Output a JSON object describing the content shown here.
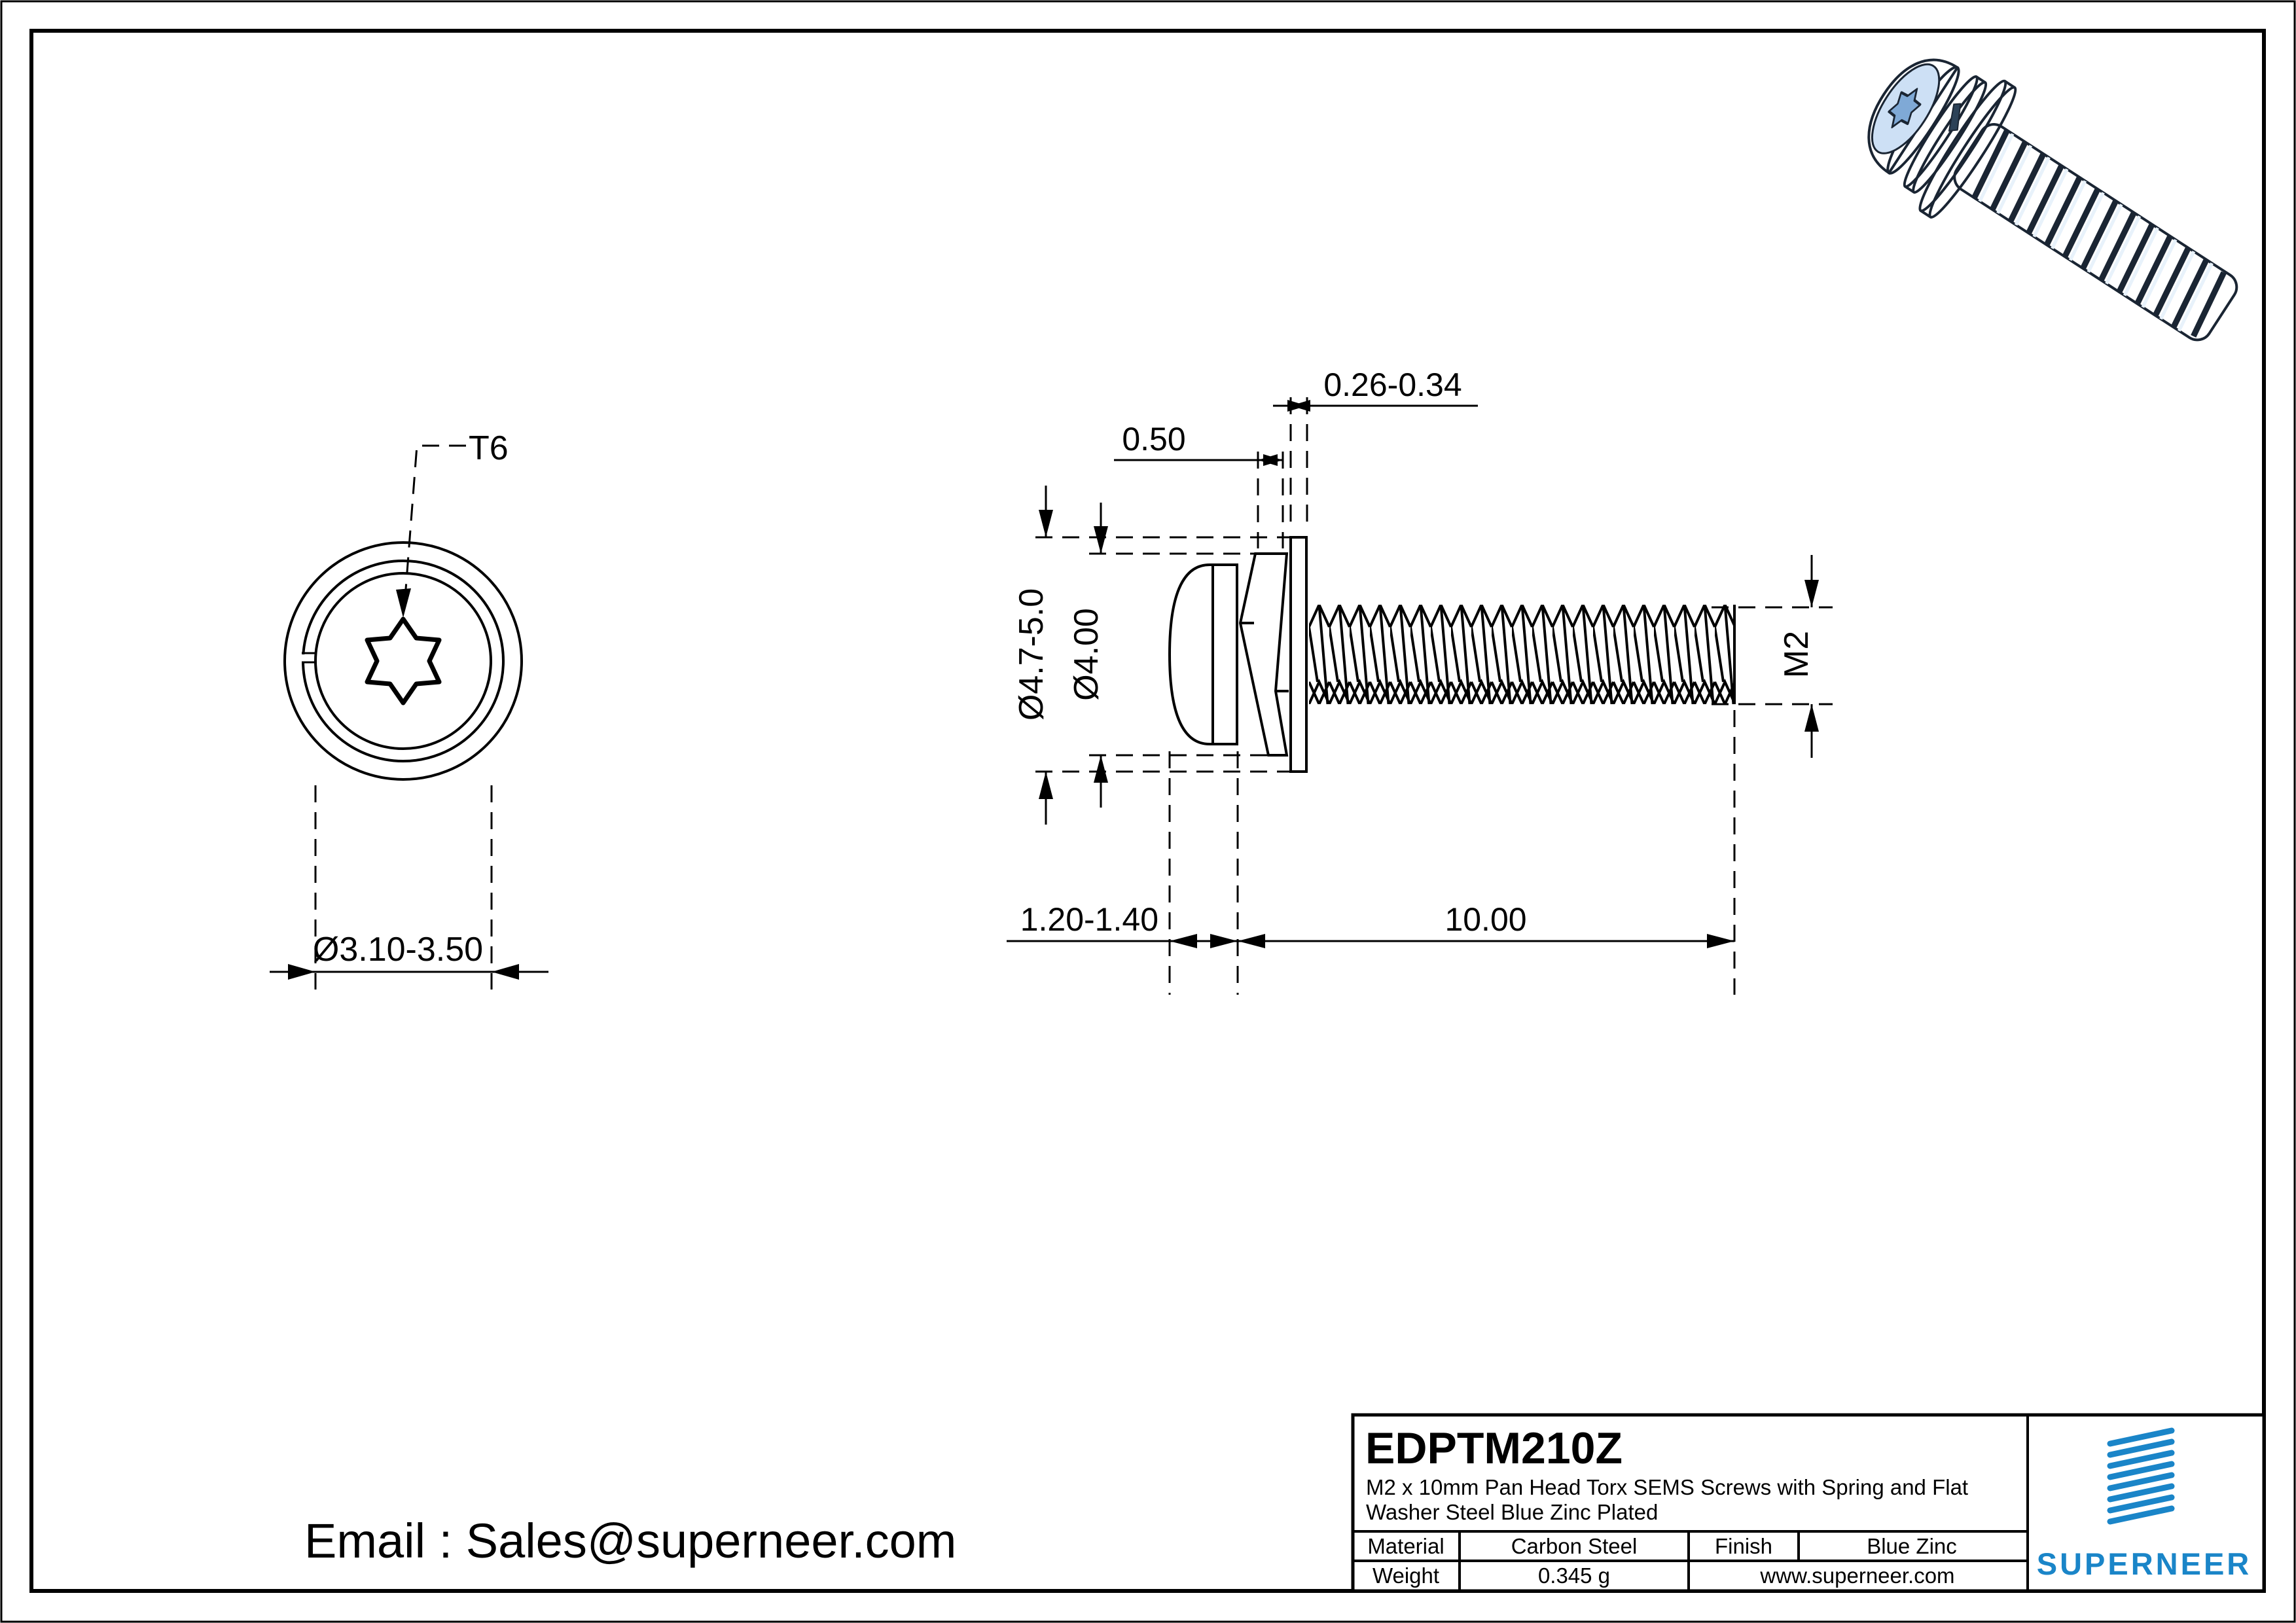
{
  "top_view": {
    "drive_label": "T6",
    "head_diameter": "Ø3.10-3.50"
  },
  "side_view": {
    "spring_washer_thickness": "0.50",
    "flat_washer_thickness": "0.26-0.34",
    "flat_washer_od": "Ø4.7-5.0",
    "spring_washer_od": "Ø4.00",
    "head_height": "1.20-1.40",
    "thread_length": "10.00",
    "thread_size": "M2"
  },
  "contact": {
    "email": "Email : Sales@superneer.com"
  },
  "title_block": {
    "part_number": "EDPTM210Z",
    "description_line1": "M2 x 10mm Pan Head Torx SEMS Screws with Spring and Flat",
    "description_line2": "Washer Steel Blue Zinc Plated",
    "material_label": "Material",
    "material_value": "Carbon Steel",
    "finish_label": "Finish",
    "finish_value": "Blue Zinc",
    "weight_label": "Weight",
    "weight_value": "0.345 g",
    "website": "www.superneer.com",
    "brand": "SUPERNEER",
    "brand_color": "#1a85c8",
    "link_color": "#2097d4"
  }
}
